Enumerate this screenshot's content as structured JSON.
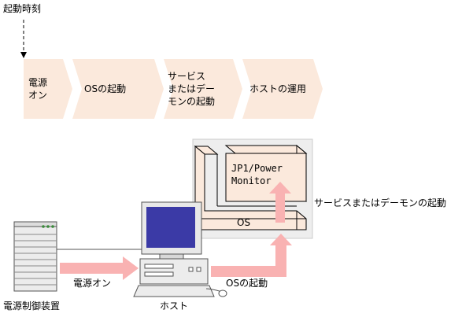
{
  "timeline": {
    "start_label": "起動時刻",
    "steps": [
      {
        "label": "電源\nオン"
      },
      {
        "label": "OSの起動"
      },
      {
        "label": "サービス\nまたはデー\nモンの起動"
      },
      {
        "label": "ホストの運用"
      }
    ]
  },
  "diagram": {
    "app_label": "JP1/Power\nMonitor",
    "os_label": "OS",
    "service_label": "サービスまたはデーモンの起動",
    "power_on_label": "電源オン",
    "os_boot_label": "OSの起動",
    "host_label": "ホスト",
    "power_device_label": "電源制御装置"
  },
  "colors": {
    "chevron_fill": "#fbe9dc",
    "panel_fill": "#eeeeee",
    "box_fill": "#fbe9dc",
    "arrow_fill": "#f9b2b2",
    "screen_fill": "#3b3aa6"
  }
}
